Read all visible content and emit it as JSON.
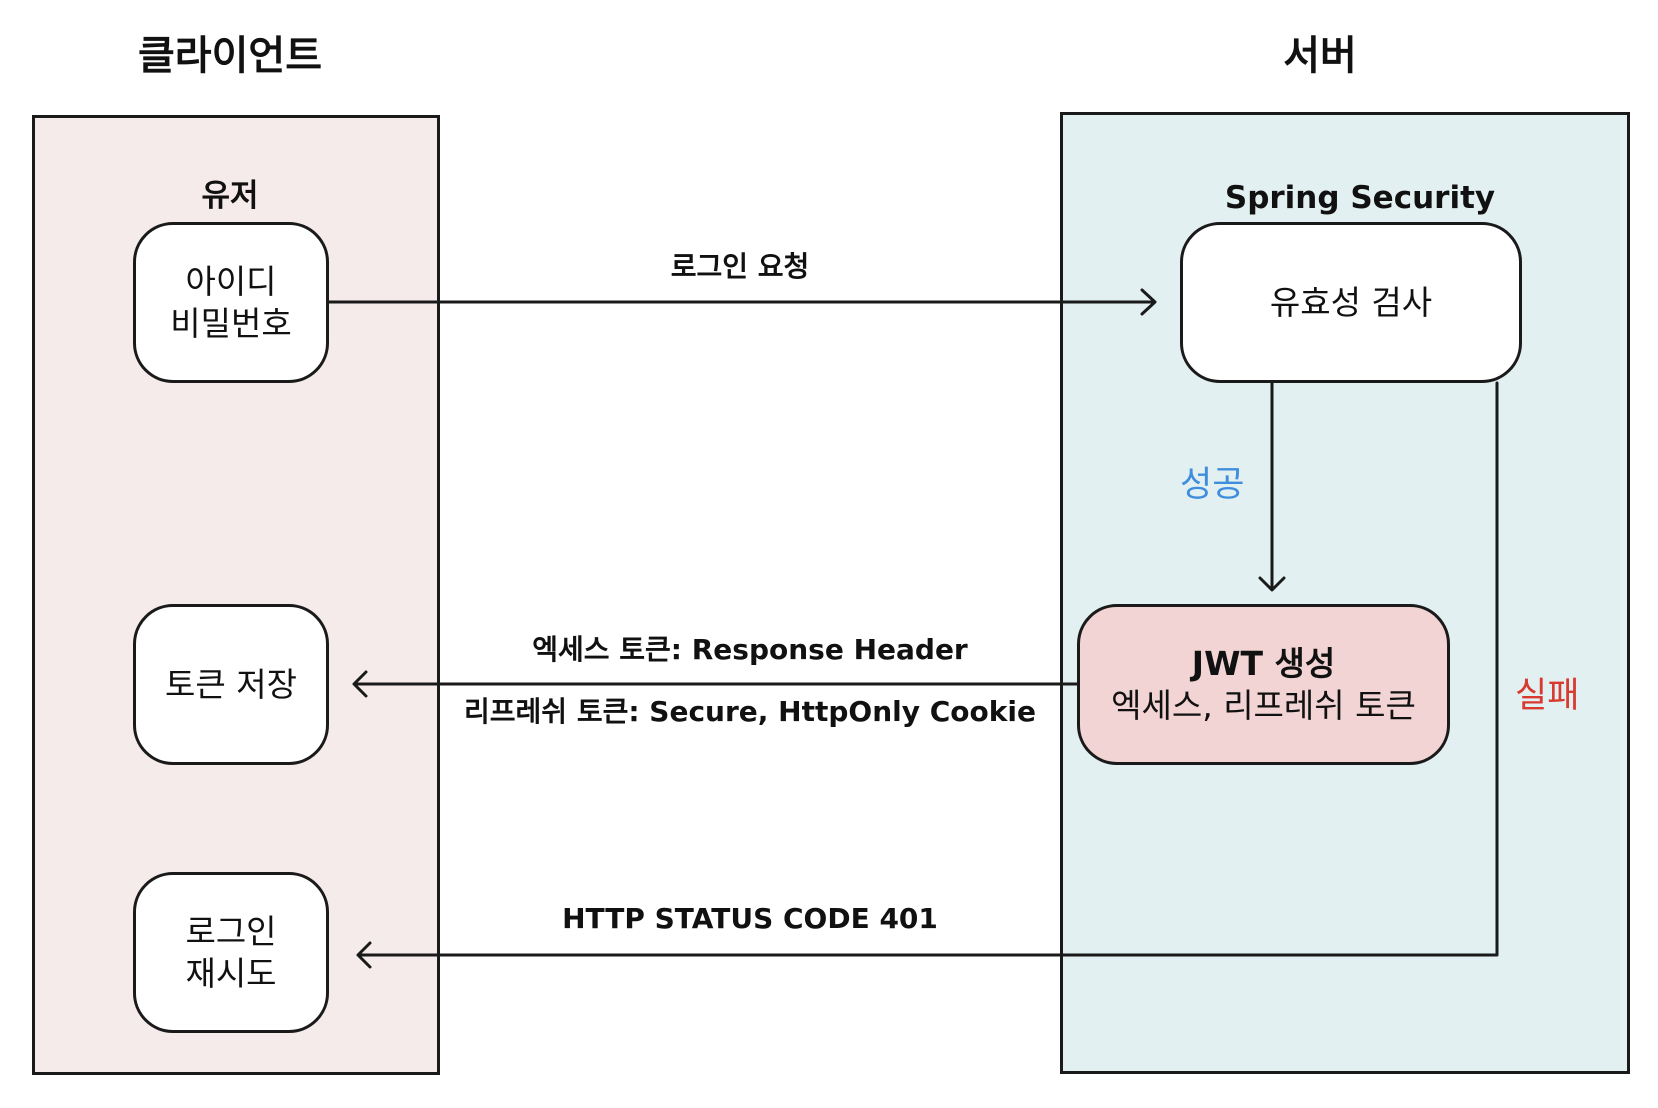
{
  "columns": {
    "client": "클라이언트",
    "server": "서버"
  },
  "client_group": {
    "label": "유저",
    "credentials_node": {
      "line1": "아이디",
      "line2": "비밀번호"
    },
    "store_token_node": "토큰 저장",
    "retry_node": {
      "line1": "로그인",
      "line2": "재시도"
    }
  },
  "server_group": {
    "label": "Spring Security",
    "validation_node": "유효성 검사",
    "jwt_node": {
      "title": "JWT 생성",
      "subtitle": "엑세스, 리프레쉬 토큰"
    }
  },
  "edges": {
    "login_request": "로그인 요청",
    "access_token": "엑세스 토큰: Response Header",
    "refresh_token": "리프레쉬 토큰: Secure, HttpOnly Cookie",
    "unauthorized": "HTTP STATUS CODE 401",
    "success": "성공",
    "failure": "실패"
  },
  "colors": {
    "client_panel": "#f5ebea",
    "server_panel": "#e3f0f1",
    "jwt_node": "#f1d4d3",
    "success": "#3f8ede",
    "failure": "#d93a30",
    "stroke": "#1a1a1a"
  }
}
